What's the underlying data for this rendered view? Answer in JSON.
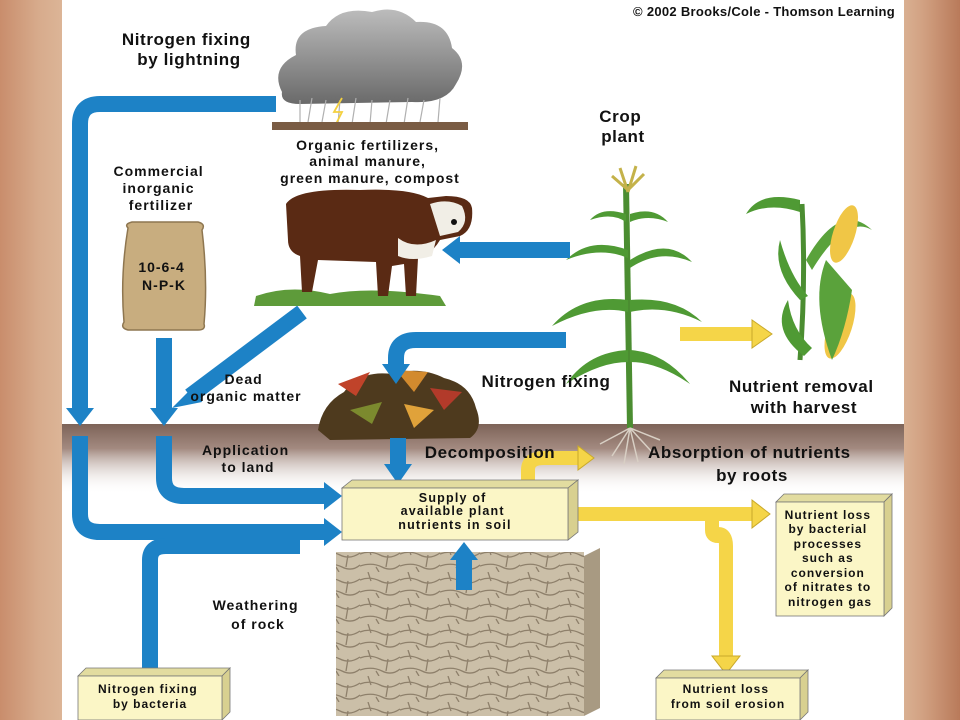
{
  "copyright": "© 2002 Brooks/Cole - Thomson Learning",
  "labels": {
    "lightning": [
      "Nitrogen fixing",
      "by lightning"
    ],
    "organic": [
      "Organic fertilizers,",
      "animal manure,",
      "green manure, compost"
    ],
    "commercial": [
      "Commercial",
      "inorganic",
      "fertilizer"
    ],
    "bag": [
      "10-6-4",
      "N-P-K"
    ],
    "crop": [
      "Crop",
      "plant"
    ],
    "dead": [
      "Dead",
      "organic matter"
    ],
    "nfixing": "Nitrogen fixing",
    "removal": [
      "Nutrient removal",
      "with harvest"
    ],
    "application": [
      "Application",
      "to land"
    ],
    "decomposition": "Decomposition",
    "absorption": [
      "Absorption of nutrients",
      "by roots"
    ],
    "supply": [
      "Supply of",
      "available plant",
      "nutrients in soil"
    ],
    "bacterial": [
      "Nutrient loss",
      "by bacterial",
      "processes",
      "such as",
      "conversion",
      "of nitrates to",
      "nitrogen gas"
    ],
    "weathering": [
      "Weathering",
      "of rock"
    ],
    "bacteria": [
      "Nitrogen fixing",
      "by bacteria"
    ],
    "erosion": [
      "Nutrient loss",
      "from soil erosion"
    ]
  },
  "colors": {
    "blue_arrow": "#1d82c6",
    "yellow_arrow": "#f5d548",
    "box_fill": "#fbf6c6",
    "soil": "#8c6f63"
  }
}
